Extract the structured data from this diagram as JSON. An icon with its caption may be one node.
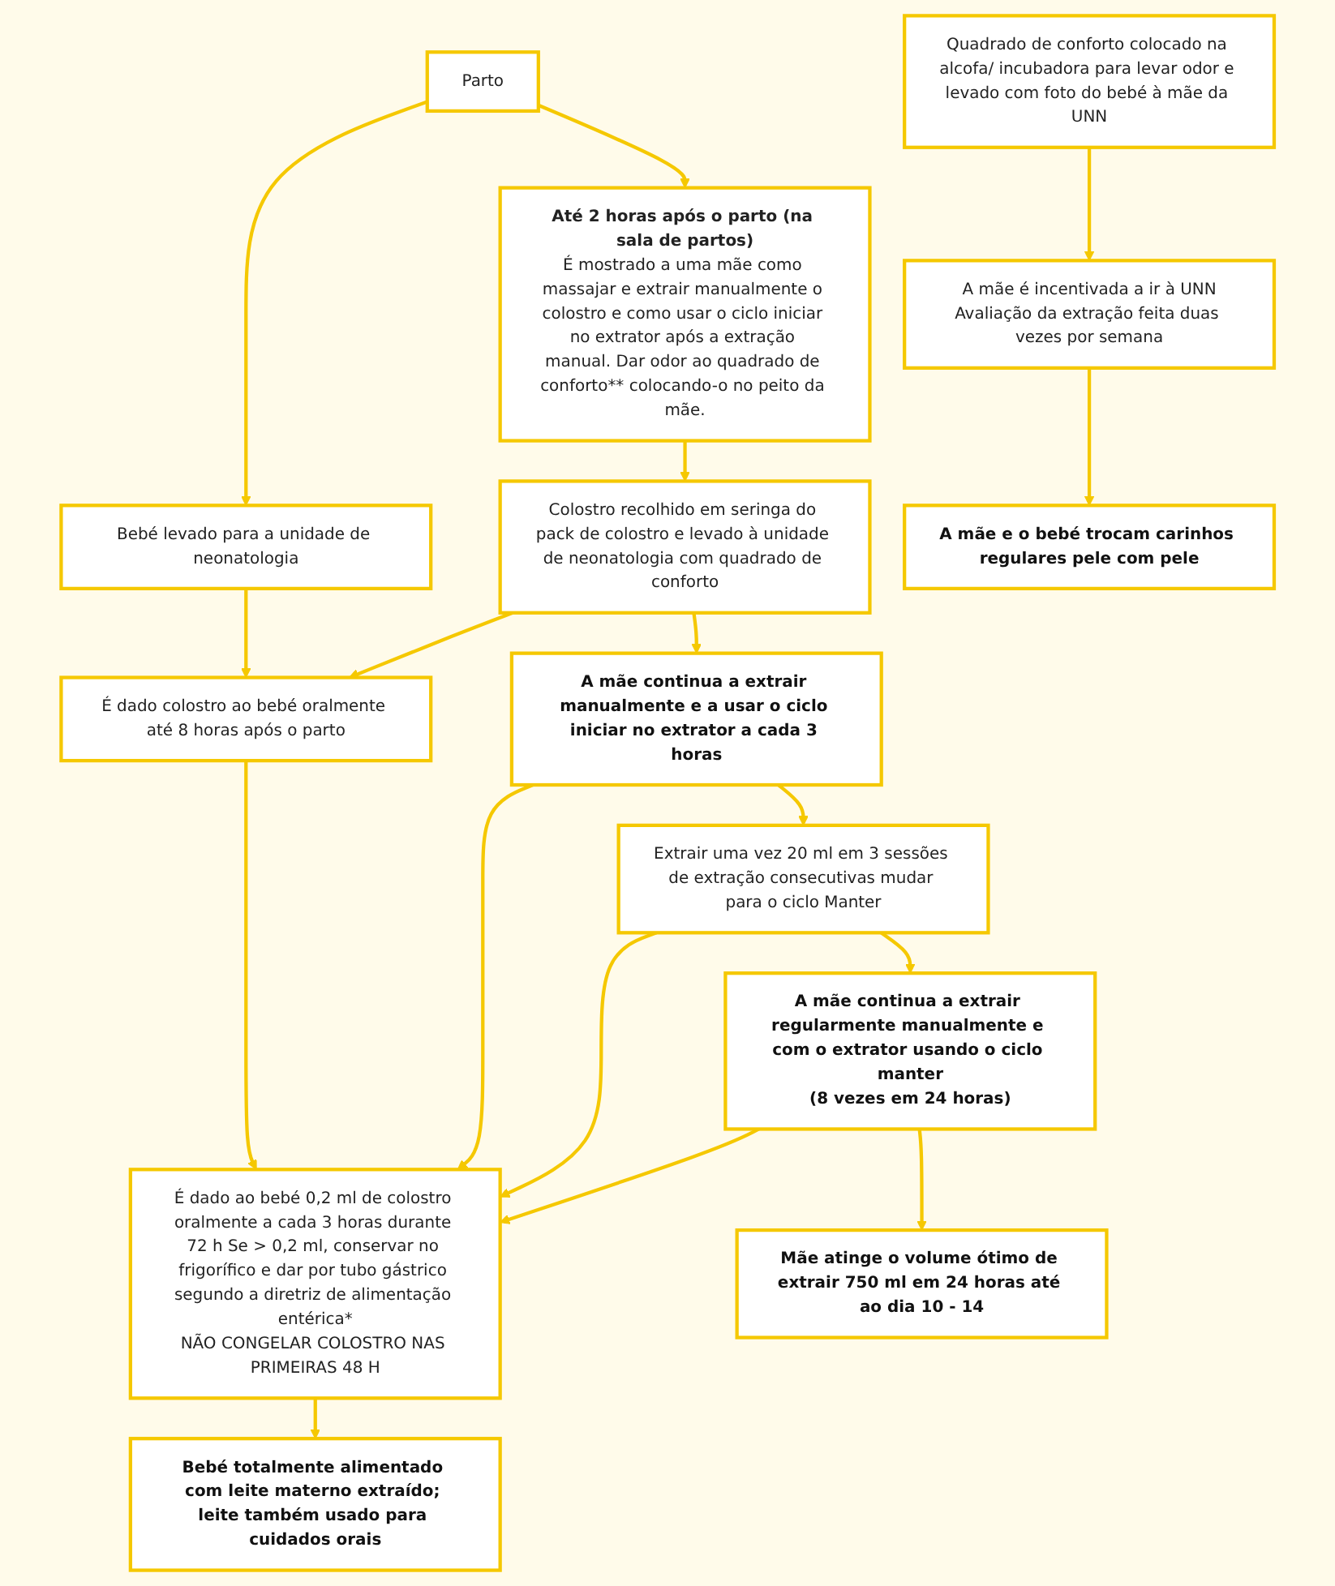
{
  "diagram": {
    "nodes": [
      {
        "text": [
          "Parto"
        ]
      },
      {
        "text": [
          "Bebé levado para a unidade de neonatologia"
        ]
      },
      {
        "text": [
          "Até 2 horas após o parto (na sala de partos)",
          "É mostrado a uma mãe como massajar e extrair manualmente o colostro e como usar o ciclo iniciar no extrator após a extração manual. Dar odor ao quadrado de conforto** colocando-o no peito da mãe."
        ]
      },
      {
        "text": [
          "É dado colostro ao bebé oralmente até 8 horas após o parto"
        ]
      },
      {
        "text": [
          "Colostro recolhido em seringa do pack de colostro e levado à unidade de neonatologia com quadrado de conforto"
        ]
      },
      {
        "text": [
          "Quadrado de conforto colocado na alcofa/ incubadora para levar odor e levado com foto do bebé à mãe da UNN"
        ]
      },
      {
        "text": [
          "É dado ao bebé 0,2 ml de colostro oralmente a cada 3 horas durante 72 h Se > 0,2 ml, conservar no frigorífico e dar por tubo gástrico segundo a diretriz de alimentação entérica*",
          "NÃO CONGELAR COLOSTRO NAS PRIMEIRAS 48 H"
        ]
      },
      {
        "text": [
          "A mãe continua a extrair manualmente e a usar o ciclo iniciar no extrator a cada 3 horas"
        ]
      },
      {
        "text": [
          "A mãe é incentivada a ir à UNN",
          "Avaliação da extração feita duas vezes por semana"
        ]
      },
      {
        "text": [
          "Extrair uma vez 20 ml em 3 sessões de extração consecutivas mudar para o ciclo Manter"
        ]
      },
      {
        "text": [
          "A mãe continua a extrair regularmente manualmente e com o extrator usando o ciclo manter",
          "(8 vezes em 24 horas)"
        ]
      },
      {
        "text": [
          "A mãe e o bebé trocam carinhos regulares pele com pele"
        ]
      },
      {
        "text": [
          "Bebé totalmente alimentado com leite materno extraído; leite também usado para cuidados orais"
        ]
      },
      {
        "text": [
          "Mãe atinge o volume ótimo de extrair 750 ml em 24 horas até ao dia 10 - 14"
        ]
      }
    ],
    "edges": [
      {
        "from": 0,
        "to": 1,
        "arrow": "to"
      },
      {
        "from": 0,
        "to": 2,
        "arrow": "to"
      },
      {
        "from": 1,
        "to": 3,
        "arrow": "to"
      },
      {
        "from": 2,
        "to": 4,
        "arrow": "to"
      },
      {
        "from": 4,
        "to": 3,
        "arrow": "to"
      },
      {
        "from": 3,
        "to": 6,
        "arrow": "to"
      },
      {
        "from": 4,
        "to": 7,
        "arrow": "to"
      },
      {
        "from": 7,
        "to": 6,
        "arrow": "to"
      },
      {
        "from": 7,
        "to": 9,
        "arrow": "to"
      },
      {
        "from": 9,
        "to": 6,
        "arrow": "to"
      },
      {
        "from": 9,
        "to": 10,
        "arrow": "to"
      },
      {
        "from": 10,
        "to": 6,
        "arrow": "to"
      },
      {
        "from": 6,
        "to": 12,
        "arrow": "to"
      },
      {
        "from": 10,
        "to": 13,
        "arrow": "to"
      },
      {
        "from": 5,
        "to": 8,
        "arrow": "to"
      },
      {
        "from": 8,
        "to": 11,
        "arrow": "to"
      }
    ]
  }
}
